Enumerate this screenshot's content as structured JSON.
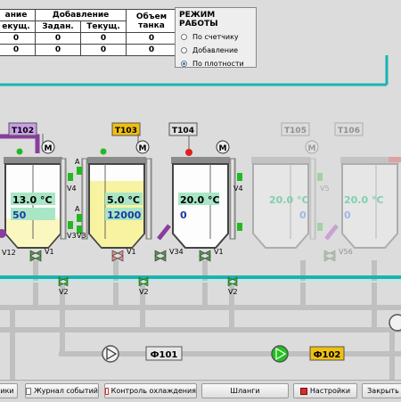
{
  "summary_table": {
    "headers": [
      "ание",
      "Добавление",
      "Объем"
    ],
    "header_volume_line2": "танка",
    "subheaders": [
      "екущ.",
      "Задан.",
      "Текущ."
    ],
    "rows": [
      [
        "0",
        "0",
        "0",
        "0"
      ],
      [
        "0",
        "0",
        "0",
        "0"
      ]
    ]
  },
  "mode_panel": {
    "title": "РЕЖИМ РАБОТЫ",
    "options": [
      "По счетчику",
      "Добавление",
      "По плотности"
    ],
    "selected": "По плотности"
  },
  "tanks": [
    {
      "tag": "T102",
      "temp": "13.0 °C",
      "value": "50",
      "faded": false
    },
    {
      "tag": "T103",
      "temp": "5.0 °C",
      "value": "12000",
      "faded": false
    },
    {
      "tag": "T104",
      "temp": "20.0 °C",
      "value": "0",
      "faded": false
    },
    {
      "tag": "T105",
      "temp": "20.0 °C",
      "value": "0",
      "faded": true
    },
    {
      "tag": "T106",
      "temp": "20.0 °C",
      "value": "0",
      "faded": true
    }
  ],
  "valves": {
    "V12": "V12",
    "V1a": "V1",
    "V3a": "V3",
    "V4a": "V4",
    "V3b": "V3",
    "V1b": "V1",
    "V4b": "V4",
    "V34": "V34",
    "V1c": "V1",
    "V5": "V5",
    "V56": "V56",
    "V2a": "V2",
    "V2b": "V2",
    "V2c": "V2"
  },
  "motor_label": "M",
  "letter_a": "A",
  "filters": {
    "f101": "Ф101",
    "f102": "Ф102"
  },
  "toolbar": {
    "event_log": "Журнал событий",
    "cooling": "Контроль охлаждения",
    "hoses": "Шланги",
    "settings": "Настройки",
    "close": "Закрыть",
    "left_partial": "ики"
  },
  "colors": {
    "cyan_pipe": "#19b3b3",
    "purple_pipe": "#8a3d9e",
    "tag_purple": "#c8a0e6",
    "tag_yellow": "#f0c010",
    "tag_gray": "#dedede"
  }
}
